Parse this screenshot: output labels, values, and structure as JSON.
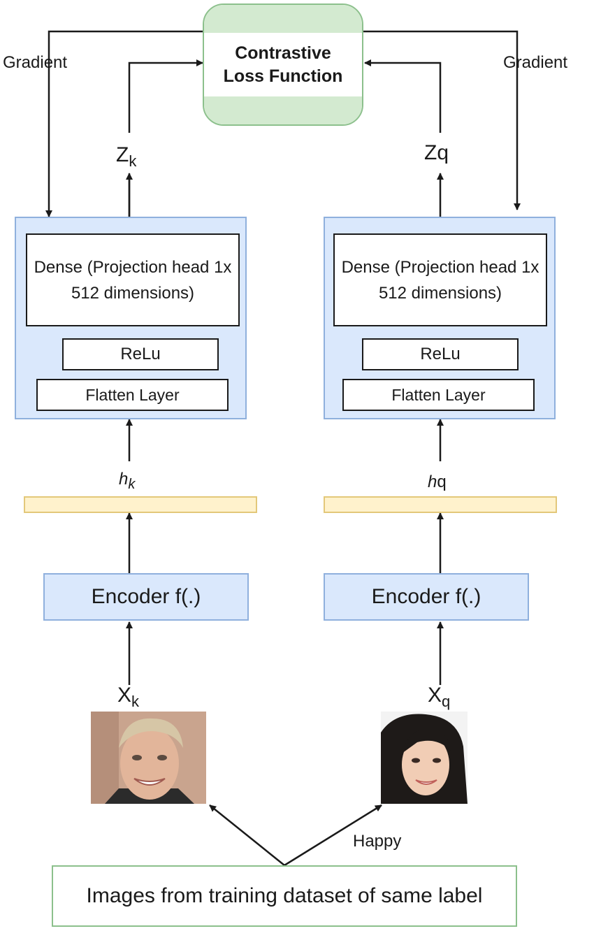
{
  "loss": {
    "text": "Contrastive Loss Function"
  },
  "gradient_left": "Gradient",
  "gradient_right": "Gradient",
  "branch_k": {
    "z_main": "Z",
    "z_sub": "k",
    "dense": "Dense (Projection head 1x 512 dimensions)",
    "relu": "ReLu",
    "flatten": "Flatten Layer",
    "h_main": "h",
    "h_sub": "k",
    "encoder": "Encoder f(.)",
    "x_main": "X",
    "x_sub": "k"
  },
  "branch_q": {
    "z_text": "Zq",
    "dense": "Dense (Projection head 1x 512 dimensions)",
    "relu": "ReLu",
    "flatten": "Flatten Layer",
    "h_main": "h",
    "h_sub": "q",
    "encoder": "Encoder f(.)",
    "x_main": "X",
    "x_sub": "q"
  },
  "happy_label": "Happy",
  "dataset": {
    "text": "Images from training dataset of same label"
  },
  "colors": {
    "blue_fill": "#dae8fc",
    "blue_stroke": "#8fb0dd",
    "green_fill": "#d3ead0",
    "green_stroke": "#8cc08c",
    "yellow_fill": "#fff2cc",
    "yellow_stroke": "#e3c87a"
  }
}
